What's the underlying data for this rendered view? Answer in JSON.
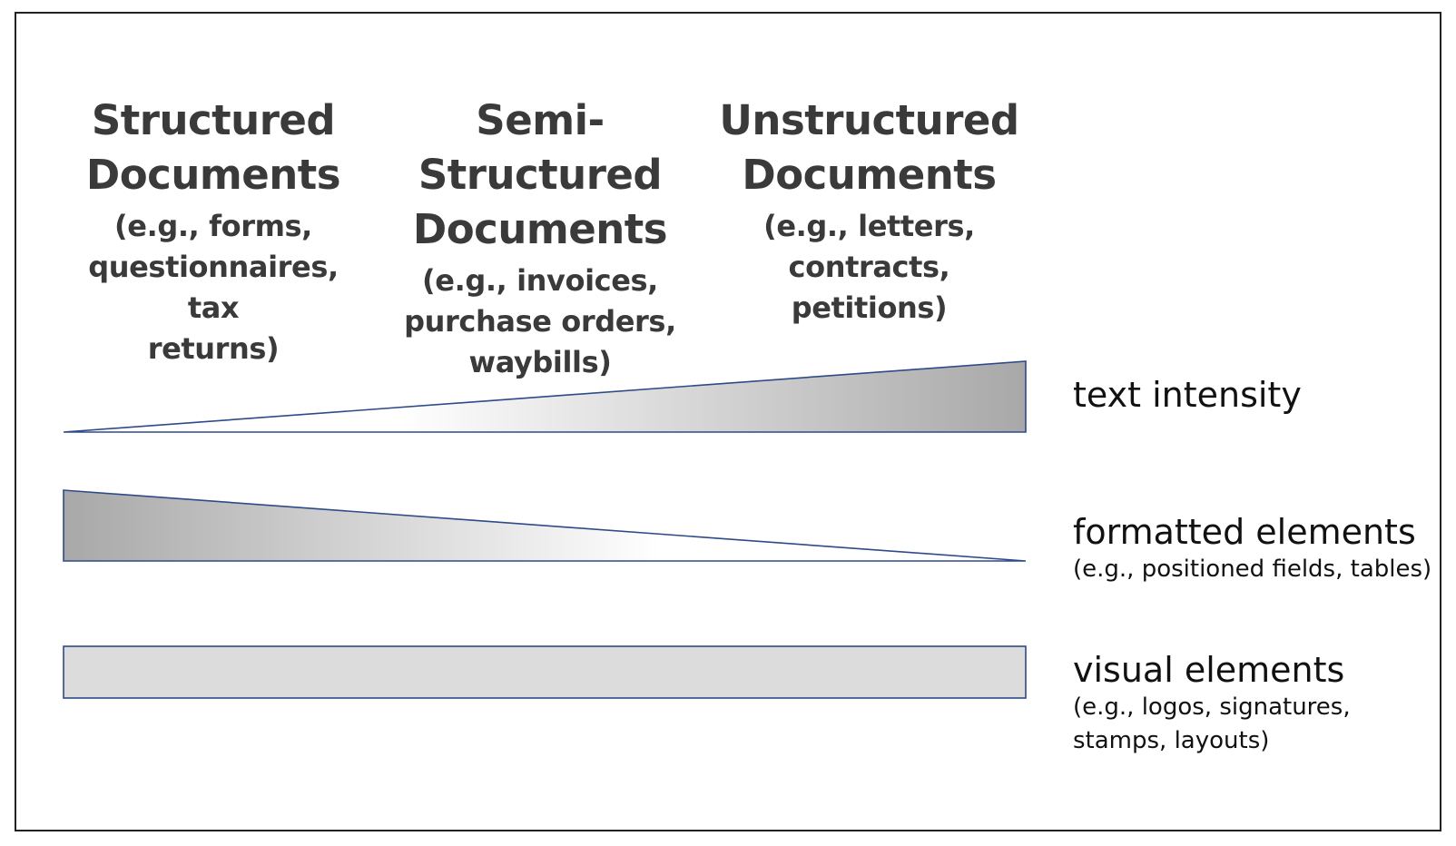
{
  "columns": [
    {
      "title_line1": "Structured",
      "title_line2": "Documents",
      "example_line1": "(e.g., forms,",
      "example_line2": "questionnaires, tax",
      "example_line3": "returns)"
    },
    {
      "title_line1": "Semi-Structured",
      "title_line2": "Documents",
      "example_line1": "(e.g., invoices,",
      "example_line2": "purchase orders,",
      "example_line3": "waybills)"
    },
    {
      "title_line1": "Unstructured",
      "title_line2": "Documents",
      "example_line1": "(e.g., letters,",
      "example_line2": "contracts, petitions)"
    }
  ],
  "rows": [
    {
      "label": "text intensity",
      "trend": "increasing"
    },
    {
      "label": "formatted elements",
      "example": "(e.g., positioned fields, tables)",
      "trend": "decreasing"
    },
    {
      "label": "visual elements",
      "example_line1": "(e.g., logos, signatures,",
      "example_line2": "stamps, layouts)",
      "trend": "constant"
    }
  ],
  "colors": {
    "outline": "#2e4a8a",
    "dark_fill": "#a8a8a8",
    "light_fill": "#ffffff",
    "bar_fill": "#dcdcdc",
    "text": "#3a3a3a"
  }
}
